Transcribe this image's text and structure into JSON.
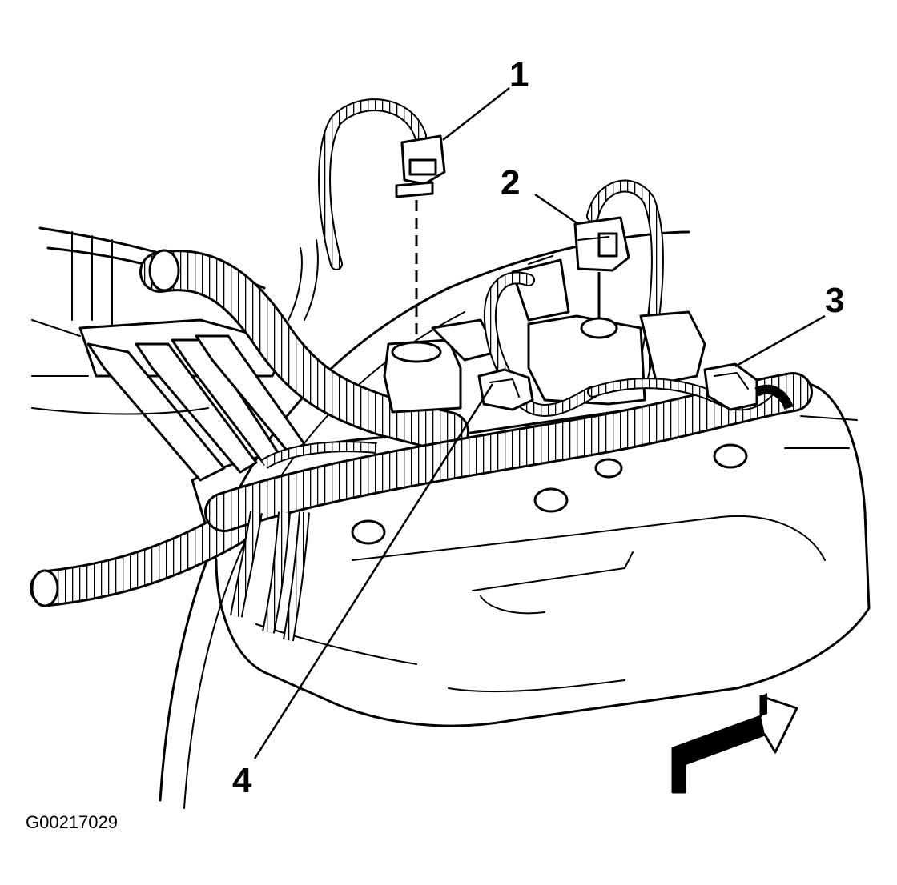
{
  "callouts": [
    {
      "label": "1"
    },
    {
      "label": "2"
    },
    {
      "label": "3"
    },
    {
      "label": "4"
    }
  ],
  "figure_id": "G00217029"
}
